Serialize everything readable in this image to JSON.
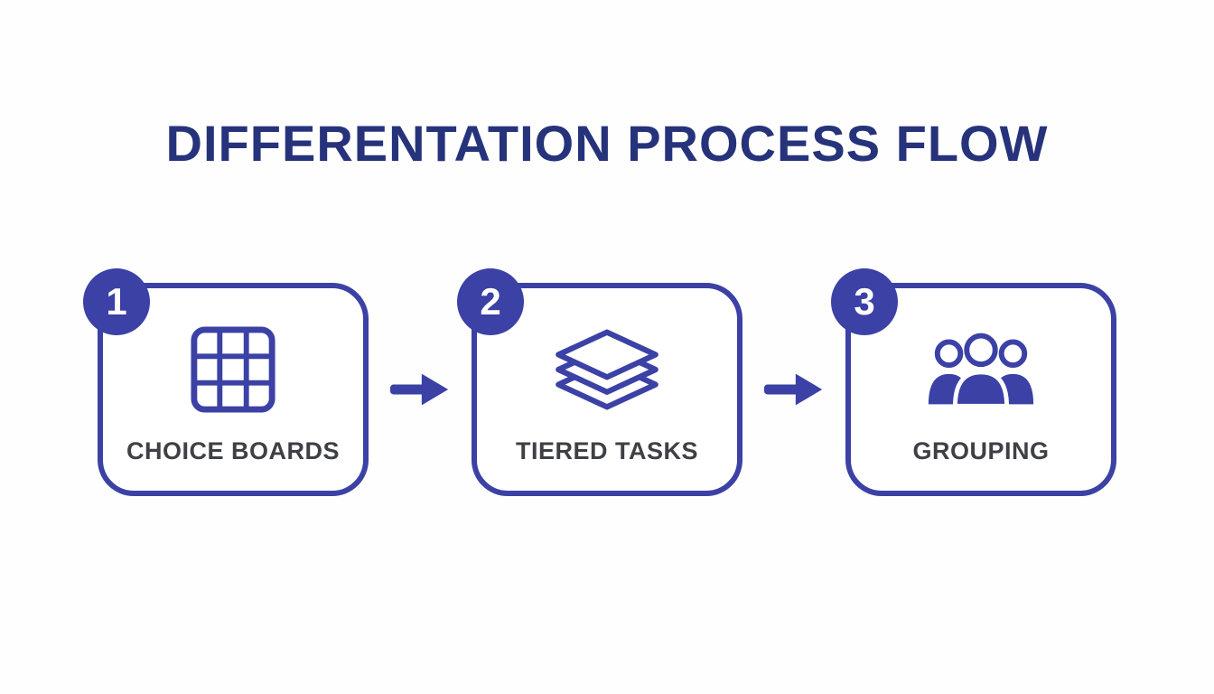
{
  "title": "DIFFERENTATION PROCESS FLOW",
  "colors": {
    "primary": "#3b41a5",
    "title": "#26337b",
    "label": "#3f4045",
    "background": "#fefefe"
  },
  "steps": [
    {
      "number": "1",
      "label": "CHOICE BOARDS",
      "icon": "choice-grid-icon"
    },
    {
      "number": "2",
      "label": "TIERED TASKS",
      "icon": "layers-icon"
    },
    {
      "number": "3",
      "label": "GROUPING",
      "icon": "people-group-icon"
    }
  ]
}
